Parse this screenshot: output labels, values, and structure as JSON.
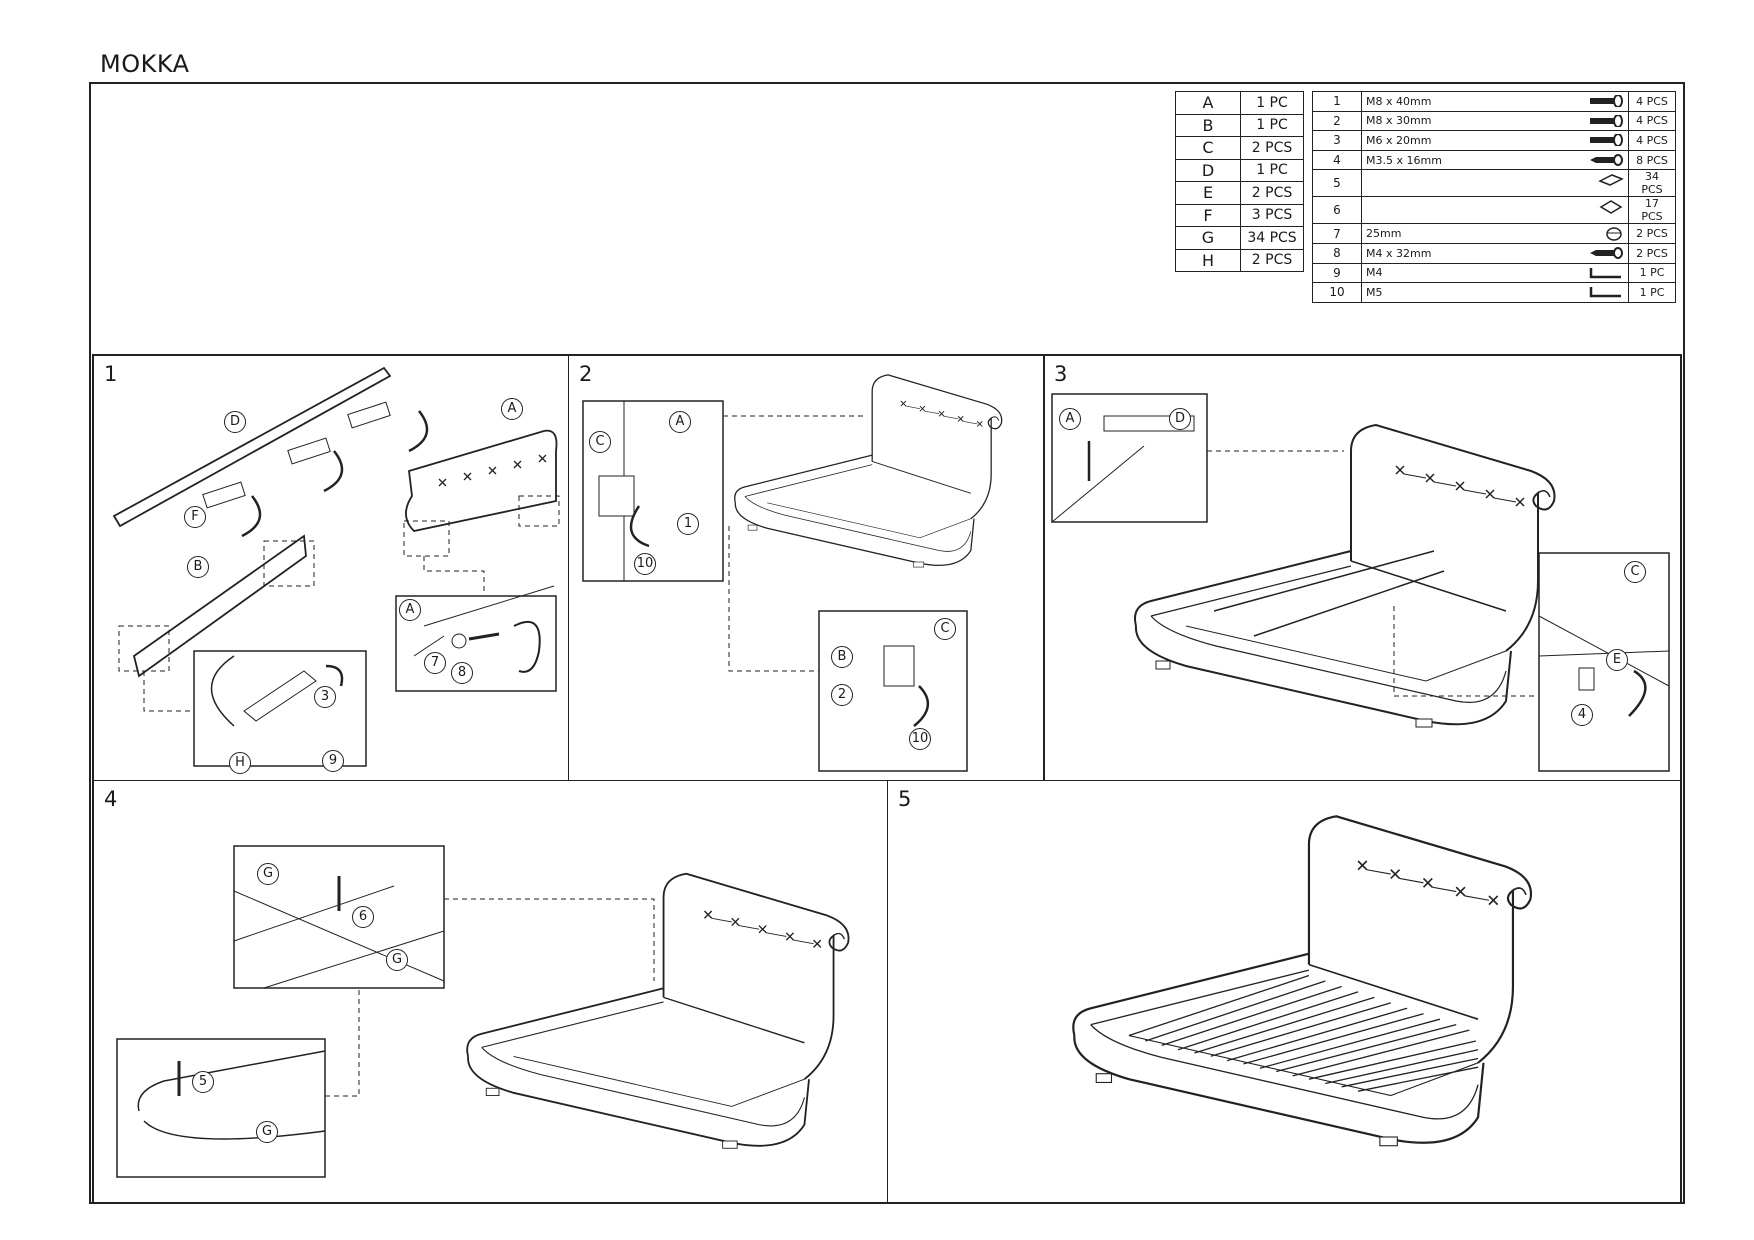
{
  "title": "MOKKA",
  "parts_letters": [
    {
      "id": "A",
      "qty": "1 PC"
    },
    {
      "id": "B",
      "qty": "1 PC"
    },
    {
      "id": "C",
      "qty": "2 PCS"
    },
    {
      "id": "D",
      "qty": "1 PC"
    },
    {
      "id": "E",
      "qty": "2 PCS"
    },
    {
      "id": "F",
      "qty": "3 PCS"
    },
    {
      "id": "G",
      "qty": "34 PCS"
    },
    {
      "id": "H",
      "qty": "2 PCS"
    }
  ],
  "hardware": [
    {
      "no": "1",
      "desc": "M8 x 40mm",
      "icon": "bolt-icon",
      "qty": "4 PCS"
    },
    {
      "no": "2",
      "desc": "M8 x 30mm",
      "icon": "bolt-icon",
      "qty": "4 PCS"
    },
    {
      "no": "3",
      "desc": "M6 x 20mm",
      "icon": "bolt-icon",
      "qty": "4 PCS"
    },
    {
      "no": "4",
      "desc": "M3.5 x 16mm",
      "icon": "screw-icon",
      "qty": "8 PCS"
    },
    {
      "no": "5",
      "desc": "",
      "icon": "slat-holder-icon",
      "qty": "34 PCS"
    },
    {
      "no": "6",
      "desc": "",
      "icon": "slat-cap-icon",
      "qty": "17 PCS"
    },
    {
      "no": "7",
      "desc": "25mm",
      "icon": "washer-icon",
      "qty": "2 PCS"
    },
    {
      "no": "8",
      "desc": "M4 x 32mm",
      "icon": "screw-icon",
      "qty": "2 PCS"
    },
    {
      "no": "9",
      "desc": "M4",
      "icon": "allen-key-icon",
      "qty": "1 PC"
    },
    {
      "no": "10",
      "desc": "M5",
      "icon": "allen-key-icon",
      "qty": "1 PC"
    }
  ],
  "steps": [
    {
      "number": "1",
      "callouts": [
        "D",
        "F",
        "A",
        "B",
        "H",
        "3",
        "9",
        "A",
        "7",
        "8"
      ]
    },
    {
      "number": "2",
      "callouts": [
        "C",
        "A",
        "1",
        "10",
        "B",
        "C",
        "2",
        "10"
      ]
    },
    {
      "number": "3",
      "callouts": [
        "A",
        "D",
        "C",
        "E",
        "4"
      ]
    },
    {
      "number": "4",
      "callouts": [
        "G",
        "6",
        "G",
        "5",
        "G"
      ]
    },
    {
      "number": "5",
      "callouts": []
    }
  ]
}
